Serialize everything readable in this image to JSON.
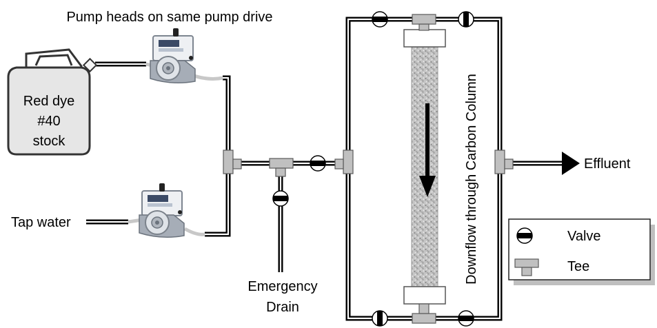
{
  "labels": {
    "pump_caption": "Pump heads on same pump drive",
    "stock_line1": "Red dye",
    "stock_line2": "#40",
    "stock_line3": "stock",
    "tap_water": "Tap water",
    "drain_line1": "Emergency",
    "drain_line2": "Drain",
    "column_flow": "Downflow through Carbon Column",
    "effluent": "Effluent"
  },
  "legend": {
    "valve_label": "Valve",
    "tee_label": "Tee"
  },
  "colors": {
    "tube_outline": "#000000",
    "tube_fill": "#ffffff",
    "tee_fill": "#c0c0c0",
    "tee_stroke": "#5a5a5a",
    "carbon_gray": "#bdbdbd",
    "pump_body": "#8a8f96",
    "pump_face": "#dfe3e8",
    "legend_shadow": "#bfbfbf",
    "jug_fill": "#e6e6e6",
    "jug_stroke": "#333333"
  }
}
